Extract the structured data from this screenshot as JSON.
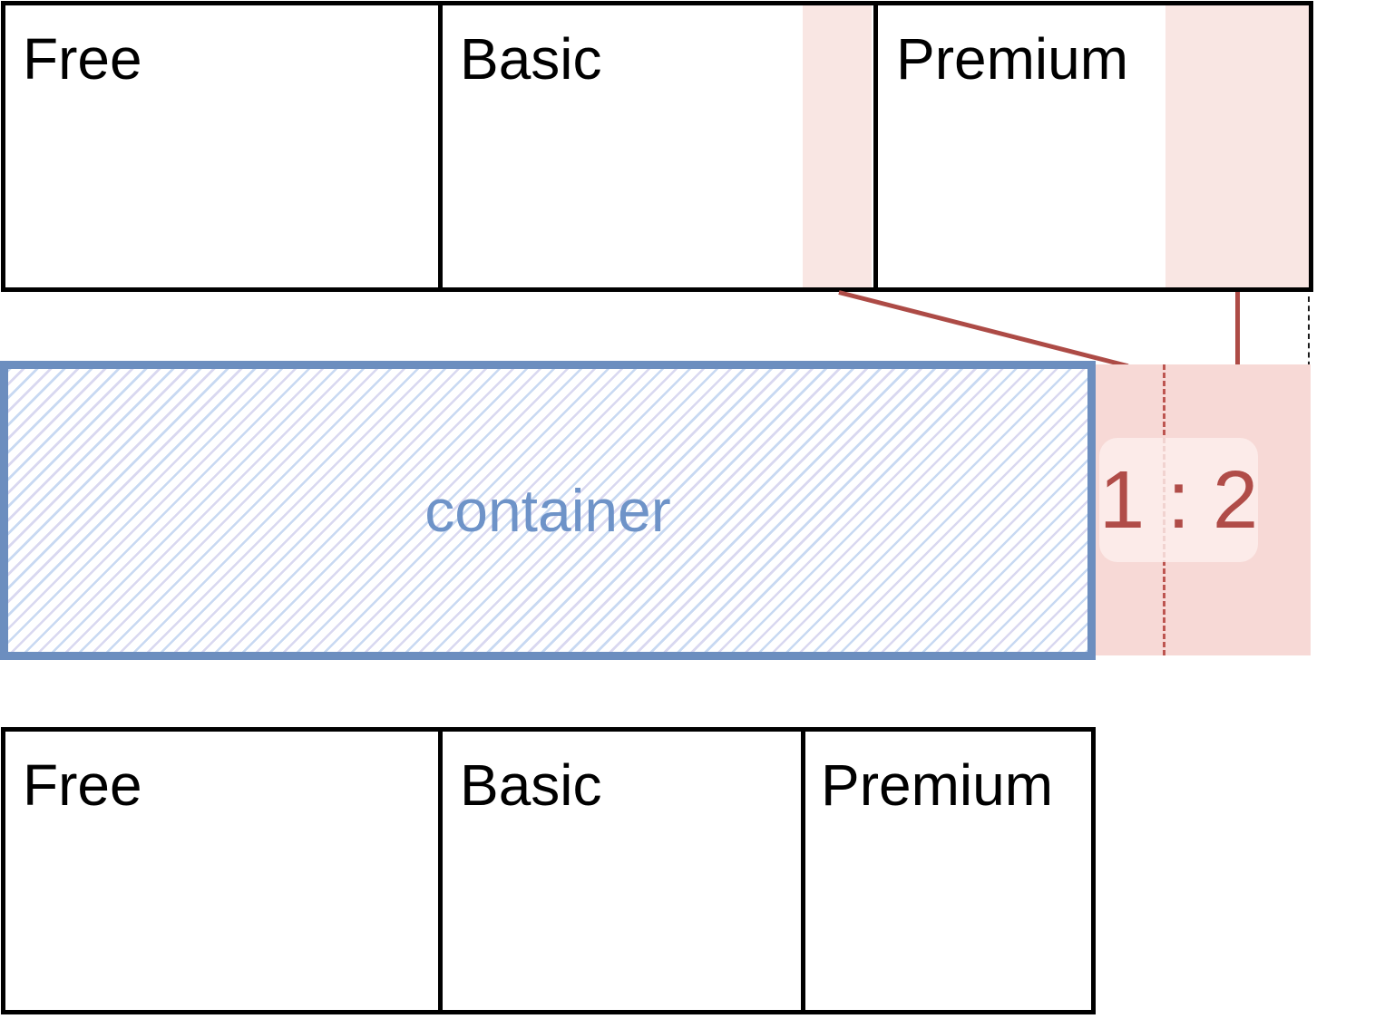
{
  "top_row": {
    "items": [
      {
        "label": "Free"
      },
      {
        "label": "Basic"
      },
      {
        "label": "Premium"
      }
    ]
  },
  "bottom_row": {
    "items": [
      {
        "label": "Free"
      },
      {
        "label": "Basic"
      },
      {
        "label": "Premium"
      }
    ]
  },
  "container": {
    "label": "container"
  },
  "ratio_annotation": {
    "text": "1 : 2"
  },
  "colors": {
    "card_border": "#000000",
    "shrink_strip": "#f9e6e3",
    "shrink_region": "#f7d9d6",
    "ratio_badge_bg": "#fdefed",
    "ratio_text": "#b04c48",
    "annotation_line": "#ad4b46",
    "annotation_dash": "#bd5550",
    "container_border": "#6c8ebf",
    "container_text": "#6e93c8",
    "hatch_line_blue": "#c8d9f2",
    "hatch_line_lavender": "#d9d8f0"
  }
}
